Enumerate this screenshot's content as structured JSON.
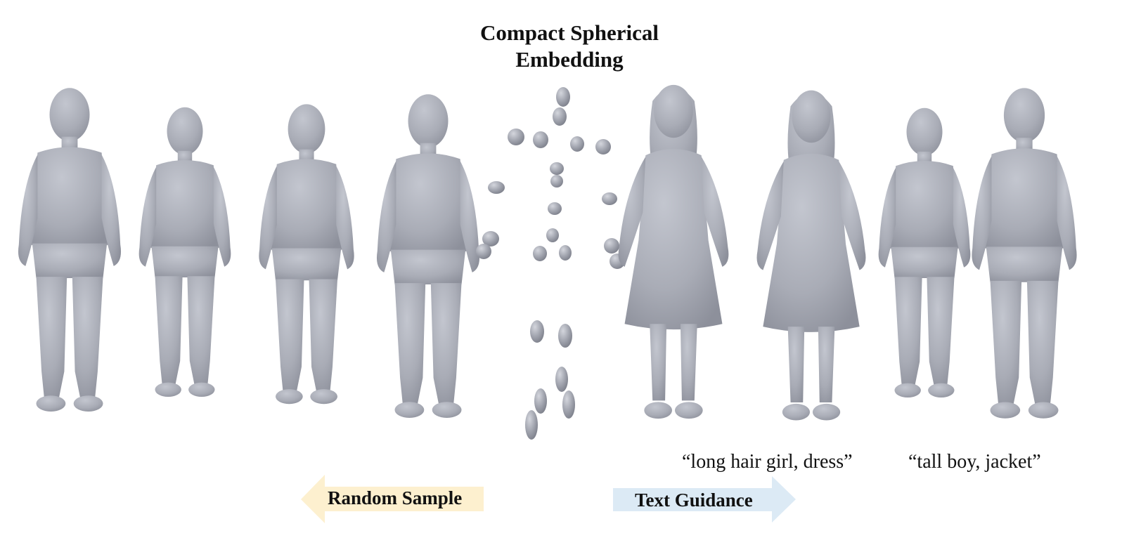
{
  "title": {
    "line1": "Compact Spherical",
    "line2": "Embedding"
  },
  "captions": {
    "left_pair": "“long hair girl, dress”",
    "right_pair": "“tall boy, jacket”"
  },
  "arrows": {
    "random_sample": {
      "label": "Random Sample",
      "direction": "left",
      "color": "#fdf0cf"
    },
    "text_guidance": {
      "label": "Text Guidance",
      "direction": "right",
      "color": "#dceaf5"
    }
  },
  "colors": {
    "mesh_fill": "#a9acb6",
    "mesh_shade": "#8d909b",
    "mesh_highlight": "#c3c6cf",
    "background": "#ffffff"
  }
}
